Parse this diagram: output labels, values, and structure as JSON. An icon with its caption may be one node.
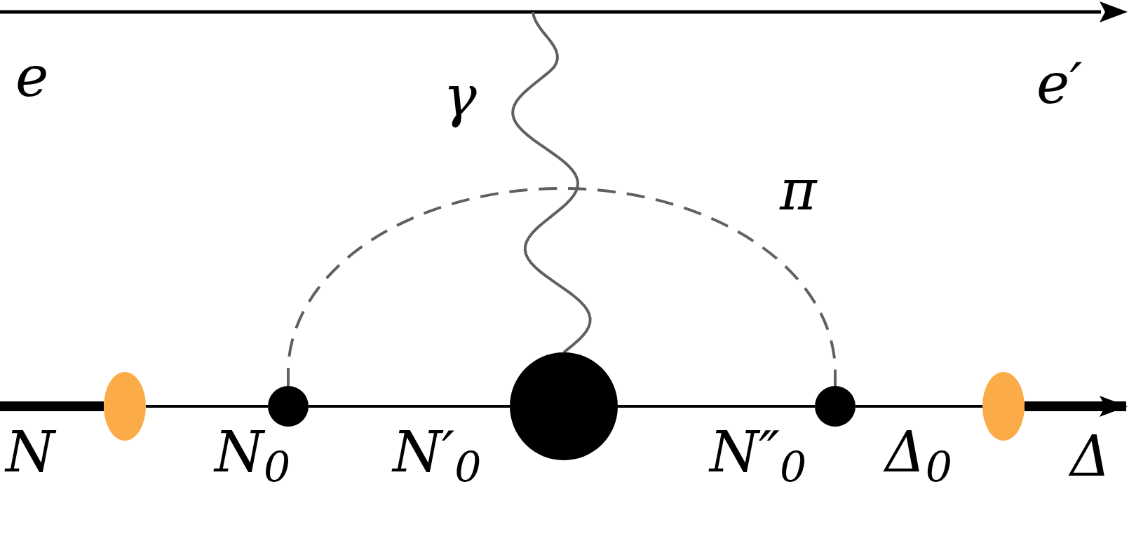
{
  "diagram": {
    "nodes": [
      {
        "text": [],
        "shape": "ellipse"
      },
      {
        "text": [],
        "shape": "circle"
      },
      {
        "text": [],
        "shape": "circle"
      },
      {
        "text": [],
        "shape": "circle"
      },
      {
        "text": [],
        "shape": "ellipse"
      }
    ],
    "edges": [
      {
        "from": null,
        "to": 0,
        "arrow": "none",
        "style": "thick"
      },
      {
        "from": 0,
        "to": 1,
        "arrow": "none"
      },
      {
        "from": 1,
        "to": 2,
        "arrow": "none"
      },
      {
        "from": 2,
        "to": 3,
        "arrow": "none"
      },
      {
        "from": 3,
        "to": 4,
        "arrow": "none"
      },
      {
        "from": 4,
        "to": null,
        "arrow": "to",
        "style": "thick"
      },
      {
        "from": 1,
        "to": 3,
        "arrow": "none",
        "style": "dashed",
        "color": "#606060"
      },
      {
        "from": null,
        "to": 2,
        "arrow": "none",
        "color": "#606060"
      }
    ],
    "labels": [
      "e",
      "e′",
      "γ",
      "π",
      "N",
      "N$_{0}$",
      "N′$_{0}$",
      "N″$_{0}$",
      "Δ$_{0}$",
      "Δ"
    ]
  }
}
